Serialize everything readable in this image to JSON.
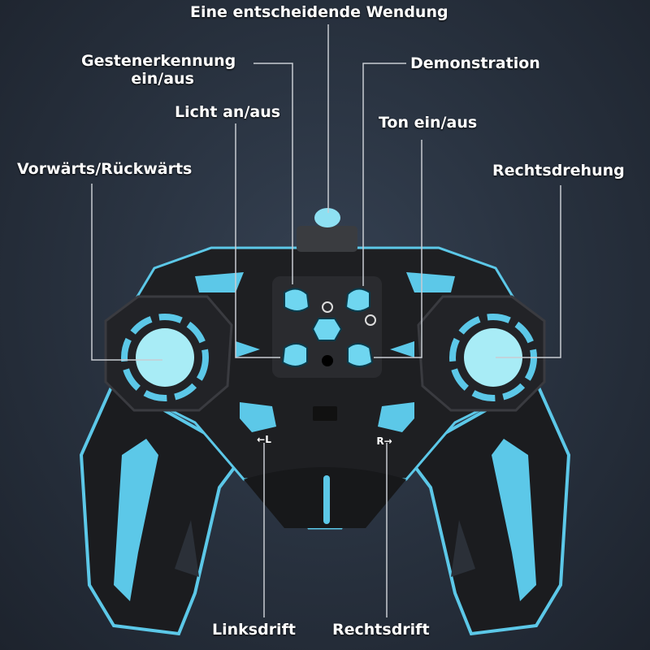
{
  "labels": {
    "turn": "Eine entscheidende Wendung",
    "gesture_line1": "Gestenerkennung",
    "gesture_line2": "ein/aus",
    "demo": "Demonstration",
    "light": "Licht an/aus",
    "sound": "Ton ein/aus",
    "forward_back": "Vorwärts/Rückwärts",
    "right_turn": "Rechtsdrehung",
    "left_drift": "Linksdrift",
    "right_drift": "Rechtsdrift"
  },
  "controller": {
    "left_trigger_mark": "←L",
    "right_trigger_mark": "R→"
  },
  "colors": {
    "accent": "#5cc8e8",
    "body": "#1b1c1f",
    "line": "#c8ccd2"
  }
}
